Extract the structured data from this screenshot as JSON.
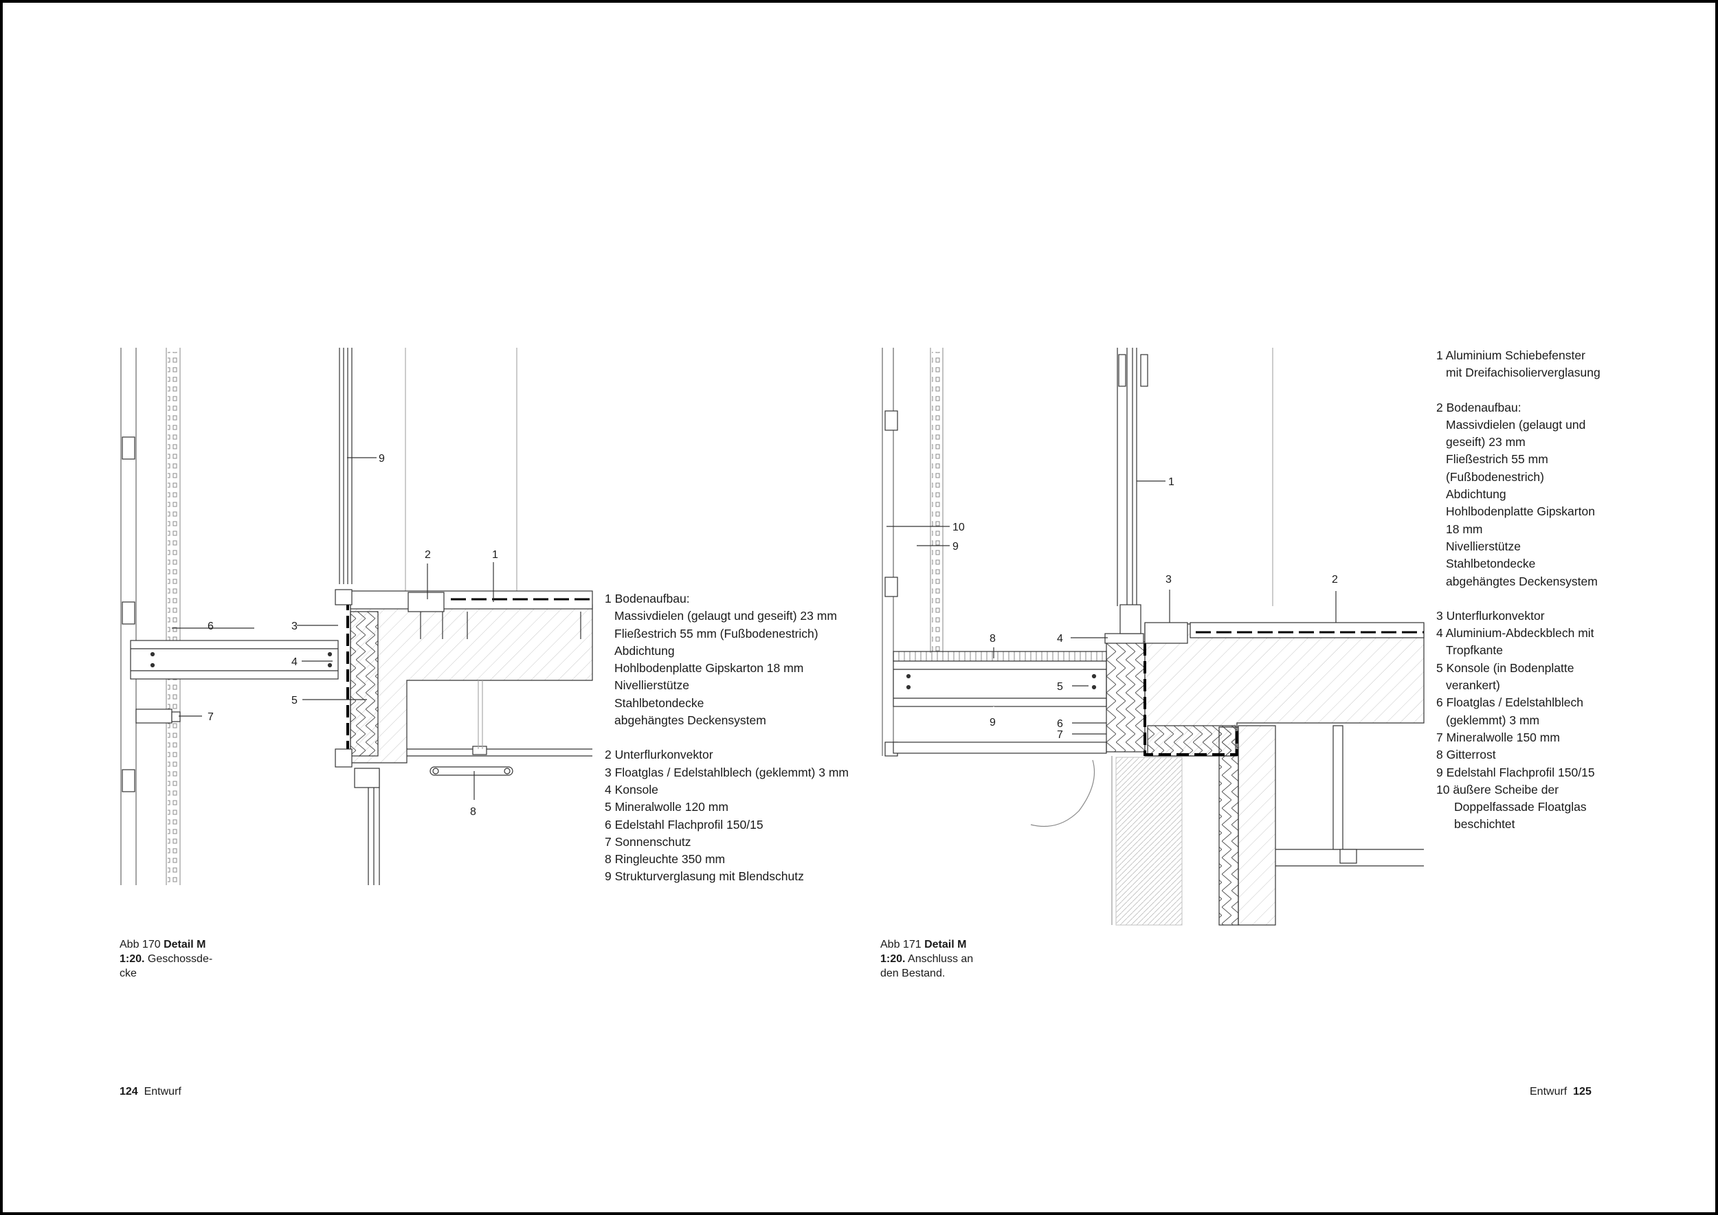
{
  "left": {
    "callouts": [
      "1",
      "2",
      "3",
      "4",
      "5",
      "6",
      "7",
      "8",
      "9"
    ],
    "legend": {
      "l1": "1 Bodenaufbau:",
      "s1": "Massivdielen (gelaugt und geseift) 23 mm",
      "s2": "Fließestrich 55 mm (Fußbodenestrich)",
      "s3": "Abdichtung",
      "s4": "Hohlbodenplatte Gipskarton 18 mm",
      "s5": "Nivellierstütze",
      "s6": "Stahlbetondecke",
      "s7": "abgehängtes Deckensystem",
      "l2": "2 Unterflurkonvektor",
      "l3": "3 Floatglas / Edelstahlblech (geklemmt) 3 mm",
      "l4": "4 Konsole",
      "l5": "5 Mineralwolle 120 mm",
      "l6": "6 Edelstahl Flachprofil 150/15",
      "l7": "7 Sonnenschutz",
      "l8": "8 Ringleuchte 350 mm",
      "l9": "9 Strukturverglasung mit Blendschutz"
    },
    "caption": {
      "prefix": "Abb 170 ",
      "title": "Detail M",
      "scale": "1:20.",
      "text1": " Geschossde-",
      "text2": "cke"
    },
    "folio": {
      "number": "124",
      "section": "Entwurf"
    }
  },
  "right": {
    "callouts": [
      "1",
      "2",
      "3",
      "4",
      "5",
      "6",
      "7",
      "8",
      "9",
      "10"
    ],
    "legend": {
      "l1a": "1 Aluminium Schiebefenster",
      "l1b": "mit Dreifachisolierverglasung",
      "l2": "2 Bodenaufbau:",
      "s1": "Massivdielen (gelaugt und",
      "s2": "geseift) 23 mm",
      "s3": "Fließestrich 55 mm",
      "s4": "(Fußbodenestrich)",
      "s5": "Abdichtung",
      "s6": "Hohlbodenplatte Gipskarton",
      "s7": "18 mm",
      "s8": "Nivellierstütze",
      "s9": "Stahlbetondecke",
      "s10": "abgehängtes Deckensystem",
      "l3": "3 Unterflurkonvektor",
      "l4a": "4 Aluminium-Abdeckblech mit",
      "l4b": "Tropfkante",
      "l5a": "5 Konsole (in Bodenplatte",
      "l5b": "verankert)",
      "l6a": "6 Floatglas / Edelstahlblech",
      "l6b": "(geklemmt) 3 mm",
      "l7": "7 Mineralwolle 150 mm",
      "l8": "8 Gitterrost",
      "l9": "9 Edelstahl Flachprofil 150/15",
      "l10a": "10 äußere Scheibe der",
      "l10b": "Doppelfassade Floatglas",
      "l10c": "beschichtet"
    },
    "caption": {
      "prefix": "Abb 171 ",
      "title": "Detail M",
      "scale": "1:20.",
      "text1": " Anschluss an",
      "text2": "den Bestand."
    },
    "folio": {
      "section": "Entwurf",
      "number": "125"
    }
  }
}
